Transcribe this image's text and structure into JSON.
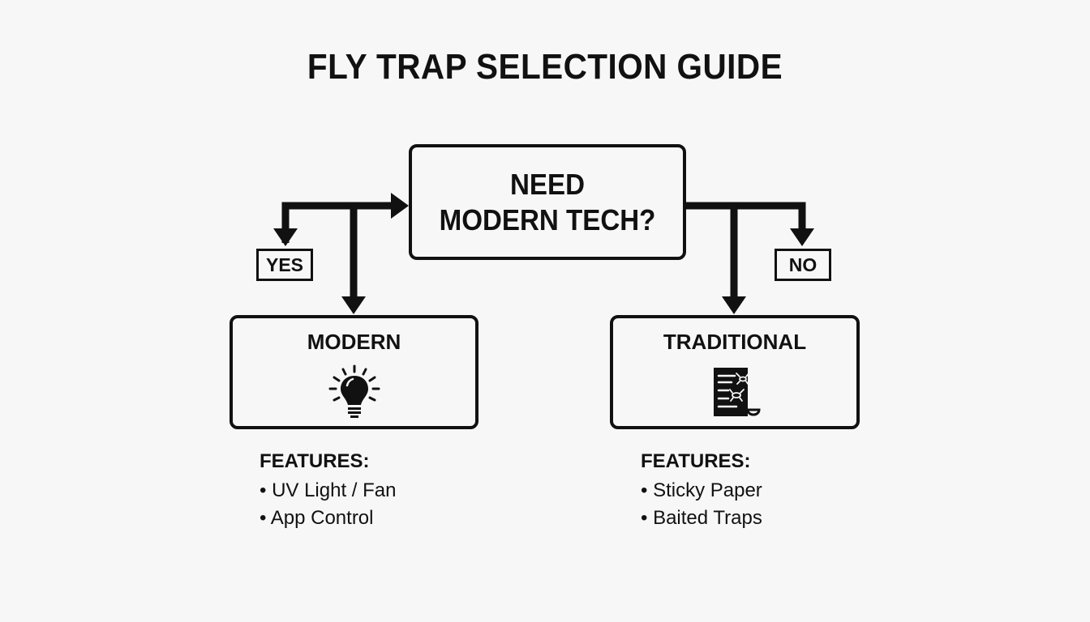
{
  "title": "FLY TRAP SELECTION GUIDE",
  "decision": {
    "line1": "NEED",
    "line2": "MODERN TECH?"
  },
  "branches": {
    "yes": "YES",
    "no": "NO"
  },
  "options": {
    "modern": {
      "title": "MODERN",
      "icon": "lightbulb-icon",
      "features_heading": "FEATURES:",
      "features": [
        "• UV Light / Fan",
        "• App Control"
      ]
    },
    "traditional": {
      "title": "TRADITIONAL",
      "icon": "sticky-paper-icon",
      "features_heading": "FEATURES:",
      "features": [
        "• Sticky Paper",
        "• Baited Traps"
      ]
    }
  }
}
